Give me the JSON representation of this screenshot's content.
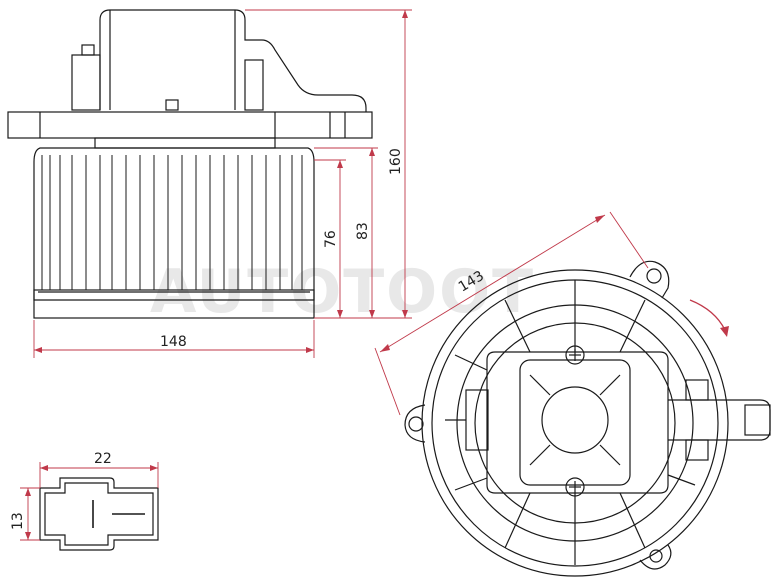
{
  "watermark": "AUTOTOOT",
  "colors": {
    "stroke": "#1a1a1a",
    "dimension": "#c0394a",
    "watermark": "#e8e8e8",
    "rotation_arrow": "#c0394a"
  },
  "dimensions": {
    "height_total": "160",
    "height_83": "83",
    "height_76": "76",
    "width_148": "148",
    "diameter_143": "143",
    "connector_width": "22",
    "connector_height": "13"
  },
  "icons": {
    "rotation": "rotation-arrow-icon",
    "screw": "screw-head-icon"
  }
}
